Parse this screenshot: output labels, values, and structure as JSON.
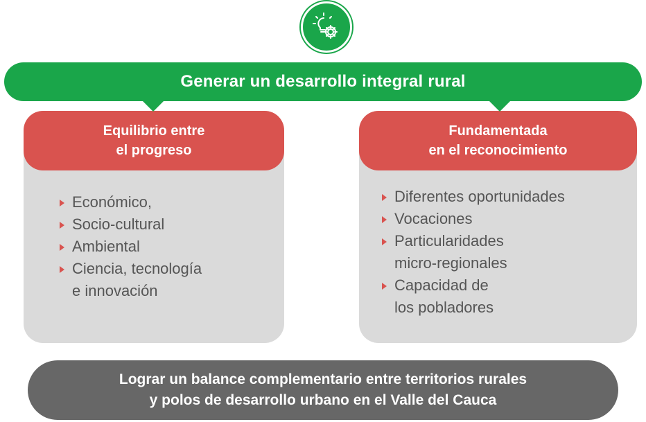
{
  "icon": {
    "name": "lightbulb-gear-icon",
    "color": "#1aa64a"
  },
  "banner": {
    "title": "Generar un desarrollo integral rural",
    "color": "#1aa64a"
  },
  "left_card": {
    "heading_line1": "Equilibrio entre",
    "heading_line2": "el progreso",
    "items": [
      "Económico,",
      "Socio-cultural",
      "Ambiental",
      "Ciencia, tecnología",
      "e innovación"
    ]
  },
  "right_card": {
    "heading_line1": "Fundamentada",
    "heading_line2": "en el reconocimiento",
    "items": [
      "Diferentes oportunidades",
      "Vocaciones",
      "Particularidades",
      "micro-regionales",
      "Capacidad de",
      "los pobladores"
    ]
  },
  "bottom": {
    "line1": "Lograr un balance complementario entre territorios rurales",
    "line2": "y polos de desarrollo urbano en el Valle del Cauca"
  },
  "colors": {
    "accent_red": "#d9534f",
    "card_gray": "#dadada",
    "bottom_gray": "#676767"
  }
}
